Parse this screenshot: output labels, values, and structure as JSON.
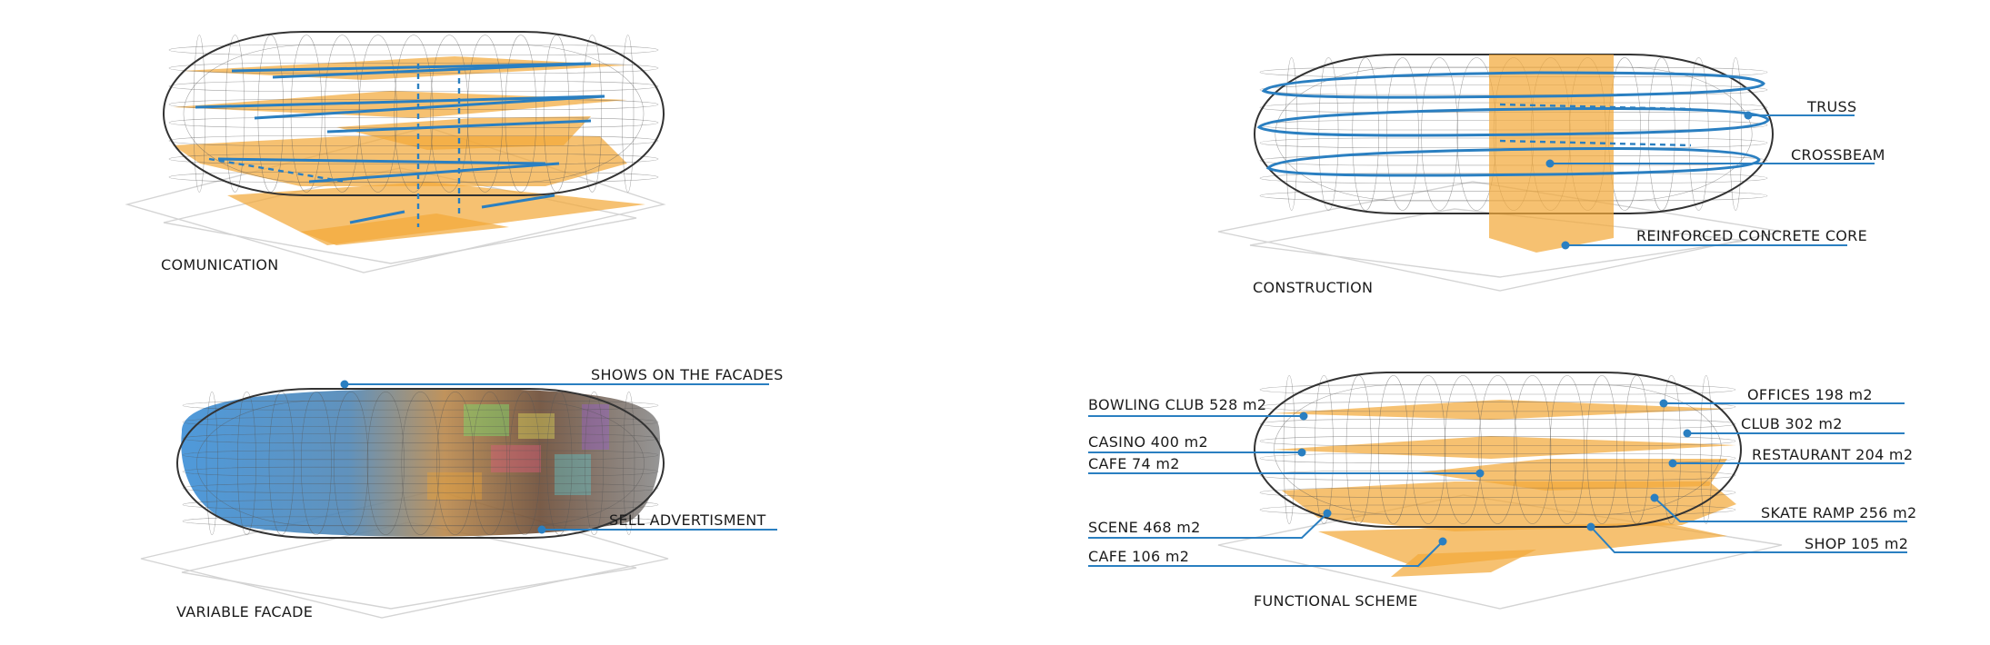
{
  "diagrams": {
    "communication": {
      "caption": "COMUNICATION"
    },
    "construction": {
      "caption": "CONSTRUCTION",
      "labels": [
        "TRUSS",
        "CROSSBEAM",
        "REINFORCED CONCRETE CORE"
      ]
    },
    "facade": {
      "caption": "VARIABLE FACADE",
      "labels": [
        "SHOWS ON THE FACADES",
        "SELL ADVERTISMENT"
      ]
    },
    "functional": {
      "caption": "FUNCTIONAL SCHEME",
      "left_labels": [
        "BOWLING CLUB 528 m2",
        "CASINO 400 m2",
        "CAFE 74 m2",
        "SCENE 468 m2",
        "CAFE 106 m2"
      ],
      "right_labels": [
        "OFFICES 198 m2",
        "CLUB 302 m2",
        "RESTAURANT 204 m2",
        "SKATE RAMP 256 m2",
        "SHOP 105 m2"
      ]
    }
  },
  "colors": {
    "floor": "#f2a93a",
    "leader": "#2a7fc1",
    "outline": "#333333"
  }
}
